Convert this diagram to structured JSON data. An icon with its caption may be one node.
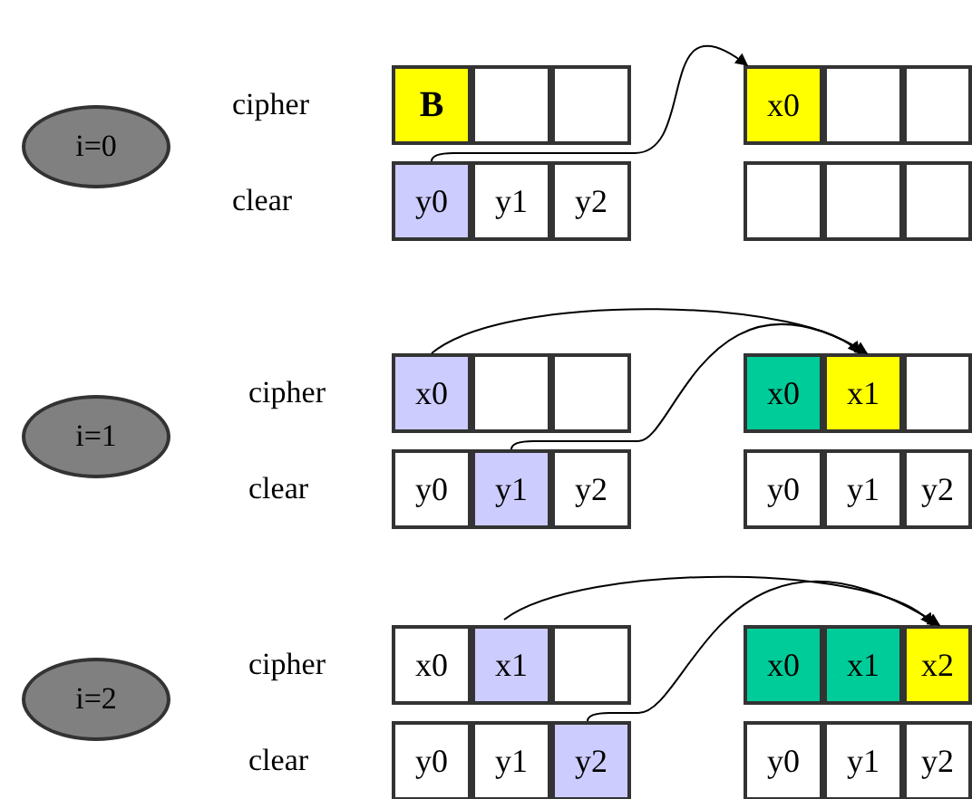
{
  "diagram": {
    "nodes": [
      {
        "text": [
          "i=0"
        ]
      },
      {
        "text": [
          "B"
        ]
      },
      {
        "text": [],
        "shape": "box"
      },
      {
        "text": [],
        "shape": "box"
      },
      {
        "text": [
          "x0"
        ]
      },
      {
        "text": [],
        "shape": "box"
      },
      {
        "text": [],
        "shape": "box"
      },
      {
        "text": [
          "y0"
        ]
      },
      {
        "text": [
          "y1"
        ]
      },
      {
        "text": [
          "y2"
        ]
      },
      {
        "text": [],
        "shape": "box"
      },
      {
        "text": [],
        "shape": "box"
      },
      {
        "text": [],
        "shape": "box"
      },
      {
        "text": [
          "i=1"
        ]
      },
      {
        "text": [
          "x0"
        ]
      },
      {
        "text": [],
        "shape": "box"
      },
      {
        "text": [],
        "shape": "box"
      },
      {
        "text": [
          "x0"
        ]
      },
      {
        "text": [
          "x1"
        ]
      },
      {
        "text": [],
        "shape": "box"
      },
      {
        "text": [
          "y0"
        ]
      },
      {
        "text": [
          "y1"
        ]
      },
      {
        "text": [
          "y2"
        ]
      },
      {
        "text": [
          "y0"
        ]
      },
      {
        "text": [
          "y1"
        ]
      },
      {
        "text": [
          "y2"
        ]
      },
      {
        "text": [
          "i=2"
        ]
      },
      {
        "text": [
          "x0"
        ]
      },
      {
        "text": [
          "x1"
        ]
      },
      {
        "text": [],
        "shape": "box"
      },
      {
        "text": [
          "x0"
        ]
      },
      {
        "text": [
          "x1"
        ]
      },
      {
        "text": [
          "x2"
        ]
      },
      {
        "text": [
          "y0"
        ]
      },
      {
        "text": [
          "y1"
        ]
      },
      {
        "text": [
          "y2"
        ]
      },
      {
        "text": [
          "y0"
        ]
      },
      {
        "text": [
          "y1"
        ]
      },
      {
        "text": [
          "y2"
        ]
      }
    ],
    "edges": [
      {
        "from": 7,
        "to": 4,
        "arrow": "to"
      },
      {
        "from": 14,
        "to": 18,
        "arrow": "to"
      },
      {
        "from": 21,
        "to": 18,
        "arrow": "to"
      },
      {
        "from": 28,
        "to": 32,
        "arrow": "to"
      },
      {
        "from": 35,
        "to": 32,
        "arrow": "to"
      }
    ],
    "labels": [
      "cipher",
      "clear",
      "cipher",
      "clear",
      "cipher",
      "clear"
    ]
  }
}
